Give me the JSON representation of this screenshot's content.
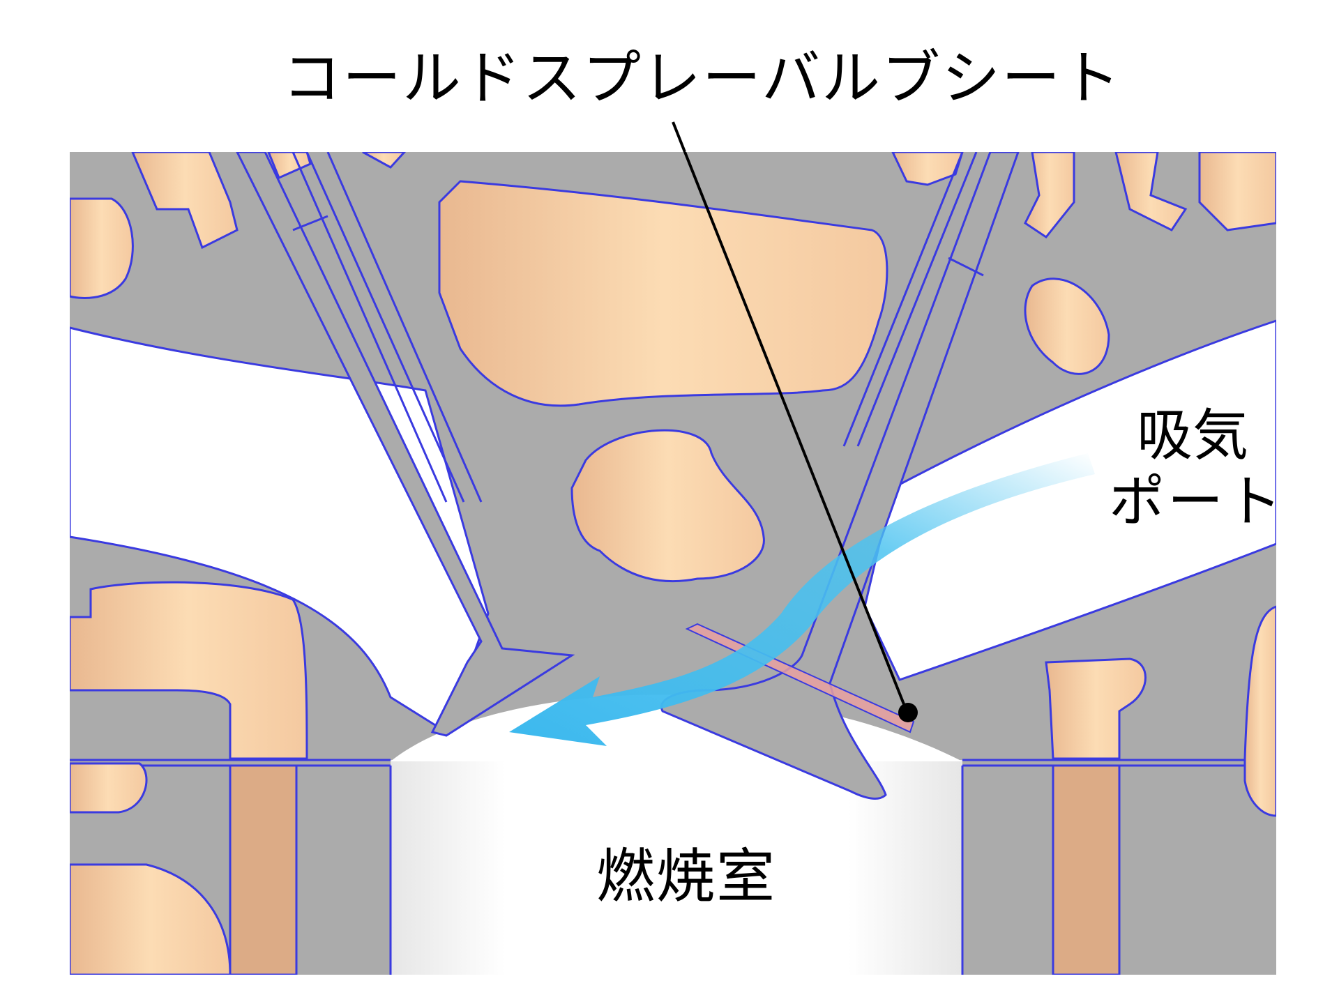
{
  "labels": {
    "valve_seat": "コールドスプレーバルブシート",
    "intake_port_line1": "吸気",
    "intake_port_line2": "ポート",
    "combustion_chamber": "燃焼室"
  },
  "colors": {
    "metal_gray": "#ababab",
    "coolant_peach": "#f9d2a8",
    "coolant_dark": "#dcab86",
    "outline_blue": "#3a3ae0",
    "seat_pink": "#e8a0a0",
    "flow_arrow_blue": "#4cc3f0",
    "leader_line": "#000000",
    "chamber_white": "#f0f0f0"
  },
  "icons": {
    "flow_arrow": "intake-flow-arrow",
    "leader_dot": "callout-dot"
  }
}
